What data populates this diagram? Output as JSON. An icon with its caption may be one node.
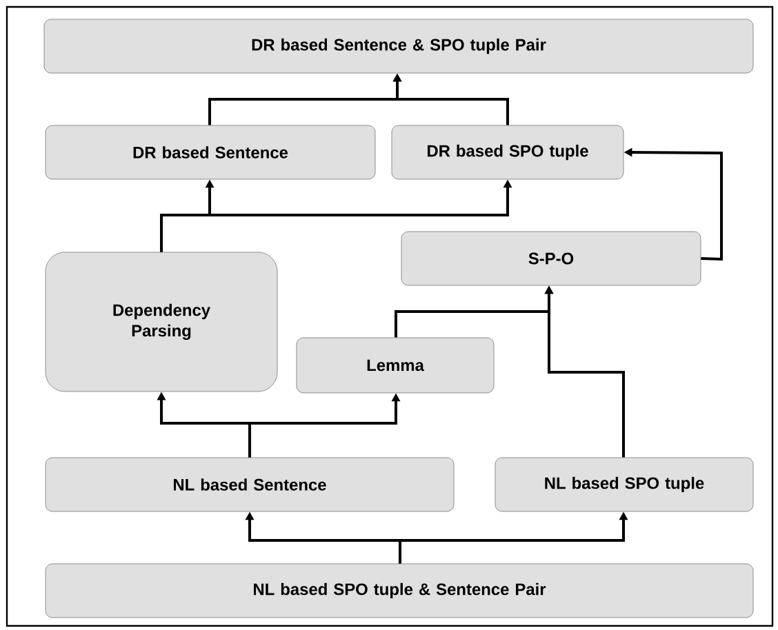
{
  "diagram": {
    "nodes": [
      {
        "text": [
          "DR based Sentence & SPO tuple Pair"
        ]
      },
      {
        "text": [
          "DR based Sentence"
        ]
      },
      {
        "text": [
          "DR based SPO tuple"
        ]
      },
      {
        "text": [
          "S-P-O"
        ]
      },
      {
        "text": [
          "Dependency Parsing"
        ]
      },
      {
        "text": [
          "Lemma"
        ]
      },
      {
        "text": [
          "NL based Sentence"
        ]
      },
      {
        "text": [
          "NL based SPO tuple"
        ]
      },
      {
        "text": [
          "NL based SPO tuple & Sentence Pair"
        ]
      }
    ],
    "edges": [
      {
        "from": 8,
        "to": 6,
        "arrow": "to"
      },
      {
        "from": 8,
        "to": 7,
        "arrow": "to"
      },
      {
        "from": 6,
        "to": 4,
        "arrow": "to"
      },
      {
        "from": 6,
        "to": 5,
        "arrow": "to"
      },
      {
        "from": 5,
        "to": 3,
        "arrow": "to"
      },
      {
        "from": 7,
        "to": 3,
        "arrow": "to"
      },
      {
        "from": 3,
        "to": 2,
        "arrow": "to"
      },
      {
        "from": 4,
        "to": 1,
        "arrow": "to"
      },
      {
        "from": 4,
        "to": 2,
        "arrow": "to"
      },
      {
        "from": 1,
        "to": 0,
        "arrow": "to"
      },
      {
        "from": 2,
        "to": 0,
        "arrow": "to"
      }
    ]
  }
}
